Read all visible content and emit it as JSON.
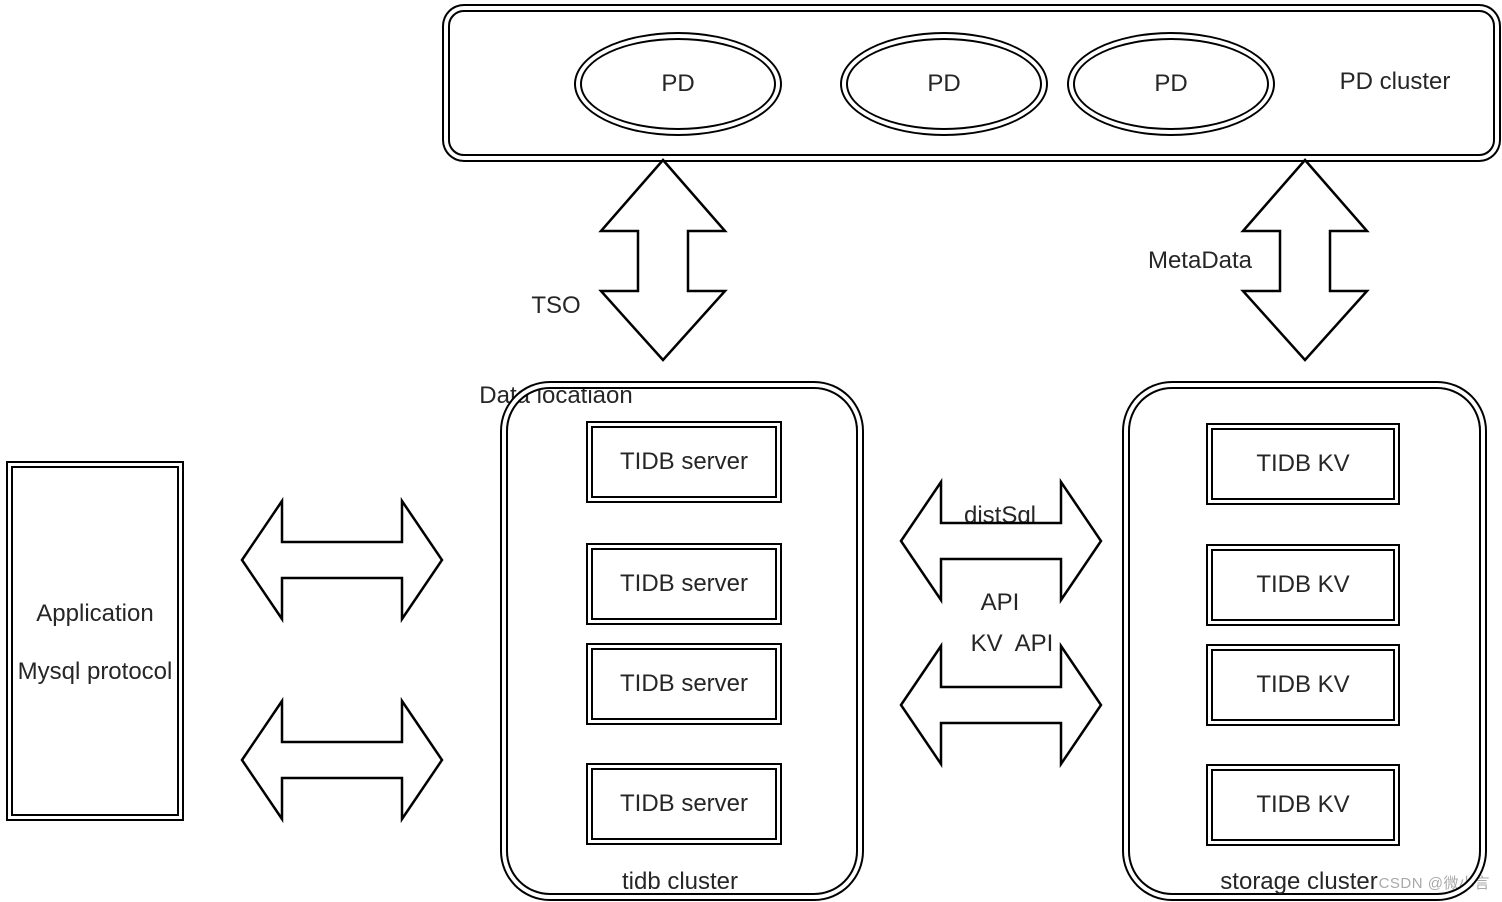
{
  "colors": {
    "line": "#000000",
    "text": "#262626",
    "watermark_text": "#a9a9a9",
    "background": "#ffffff"
  },
  "pd_cluster": {
    "label": "PD cluster",
    "nodes": [
      "PD",
      "PD",
      "PD"
    ]
  },
  "connections": {
    "tso": {
      "line1": "TSO",
      "line2": "Data locatiaon"
    },
    "metadata": {
      "label": "MetaData"
    },
    "distsql": {
      "line1": "distSql",
      "line2": "API"
    },
    "kv_api": {
      "label": "KV  API"
    }
  },
  "application": {
    "line1": "Application",
    "line2": "Mysql protocol"
  },
  "tidb_cluster": {
    "label": "tidb cluster",
    "nodes": [
      "TIDB server",
      "TIDB server",
      "TIDB server",
      "TIDB server"
    ]
  },
  "storage_cluster": {
    "label": "storage cluster",
    "nodes": [
      "TIDB KV",
      "TIDB KV",
      "TIDB KV",
      "TIDB KV"
    ]
  },
  "watermark": "CSDN @微小言"
}
